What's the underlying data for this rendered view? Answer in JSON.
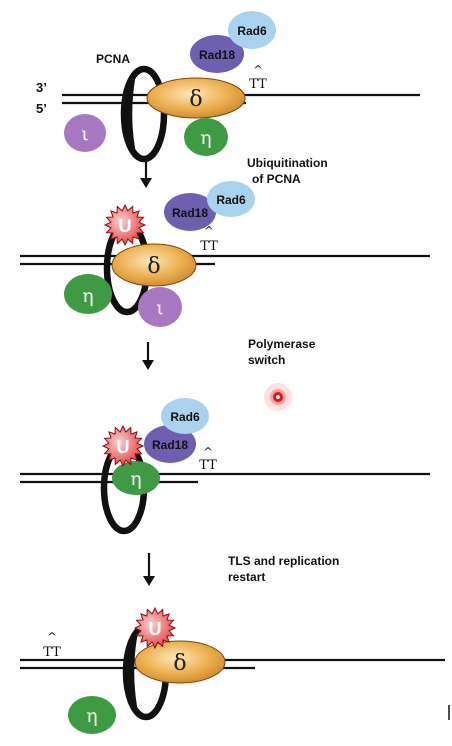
{
  "labels": {
    "pcna": "PCNA",
    "strand3": "3’",
    "strand5": "5’",
    "rad6": "Rad6",
    "rad18": "Rad18",
    "delta": "δ",
    "iota": "ι",
    "eta": "η",
    "ub": "U",
    "tt": "TT",
    "caret": "^"
  },
  "steps": [
    {
      "line1": "Ubiquitination",
      "line2": "of PCNA"
    },
    {
      "line1": "Polymerase",
      "line2": "switch"
    },
    {
      "line1": "TLS and replication",
      "line2": "restart"
    }
  ],
  "colors": {
    "delta": "#e8a33a",
    "eta": "#3f9a44",
    "iota": "#a777bf",
    "rad6": "#a9d2ee",
    "rad18": "#6e5fb0",
    "ubiquitin": "#c8252b",
    "ring": "#111111",
    "dna": "#111111"
  }
}
